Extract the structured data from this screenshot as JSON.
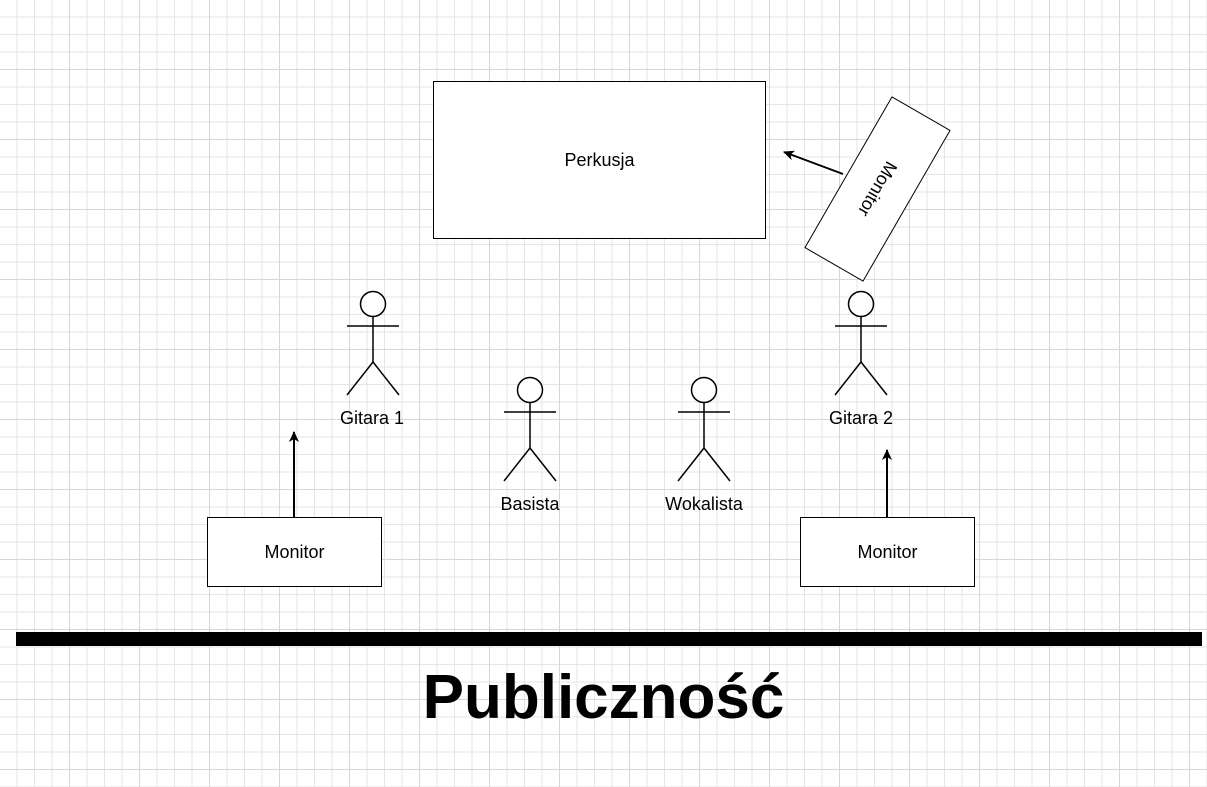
{
  "diagram": {
    "drums": {
      "label": "Perkusja"
    },
    "drum_monitor": {
      "label": "Monitor"
    },
    "guitar1": {
      "label": "Gitara 1"
    },
    "guitar2": {
      "label": "Gitara 2"
    },
    "bassist": {
      "label": "Basista"
    },
    "vocalist": {
      "label": "Wokalista"
    },
    "monitor_left": {
      "label": "Monitor"
    },
    "monitor_right": {
      "label": "Monitor"
    },
    "audience": {
      "label": "Publiczność"
    }
  },
  "colors": {
    "stroke": "#000000",
    "background": "#ffffff",
    "grid": "#e6e6e6"
  }
}
